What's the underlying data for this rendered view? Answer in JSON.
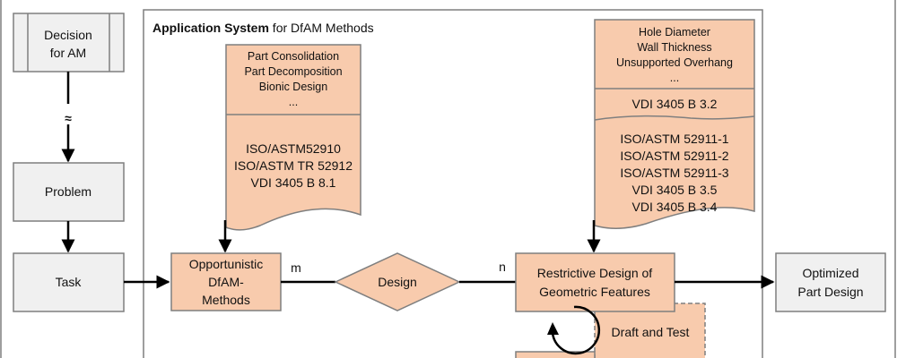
{
  "colors": {
    "gray_fill": "#f0f0f0",
    "gray_stroke": "#7f7f7f",
    "orange_fill": "#f8cbad",
    "line": "#000000"
  },
  "left_column": {
    "decision": [
      "Decision",
      "for AM"
    ],
    "approx_symbol": "≈",
    "problem": "Problem",
    "task": "Task"
  },
  "application_system": {
    "title_bold": "Application System",
    "title_rest": " for DfAM Methods"
  },
  "left_document": {
    "methods": [
      "Part Consolidation",
      "Part Decomposition",
      "Bionic Design",
      "..."
    ],
    "standards": [
      "ISO/ASTM52910",
      "ISO/ASTM TR 52912",
      "VDI 3405 B 8.1"
    ]
  },
  "right_document": {
    "features": [
      "Hole Diameter",
      "Wall Thickness",
      "Unsupported Overhang",
      "..."
    ],
    "guideline": "VDI 3405 B 3.2",
    "standards": [
      "ISO/ASTM 52911-1",
      "ISO/ASTM 52911-2",
      "ISO/ASTM 52911-3",
      "VDI 3405 B 3.5",
      "VDI 3405 B 3.4"
    ]
  },
  "opportunistic": [
    "Opportunistic",
    "DfAM-",
    "Methods"
  ],
  "cardinality_m": "m",
  "design_relation": "Design",
  "cardinality_n": "n",
  "restrictive": [
    "Restrictive Design of",
    "Geometric Features"
  ],
  "draft_and_test": "Draft and Test",
  "output": [
    "Optimized",
    "Part Design"
  ]
}
